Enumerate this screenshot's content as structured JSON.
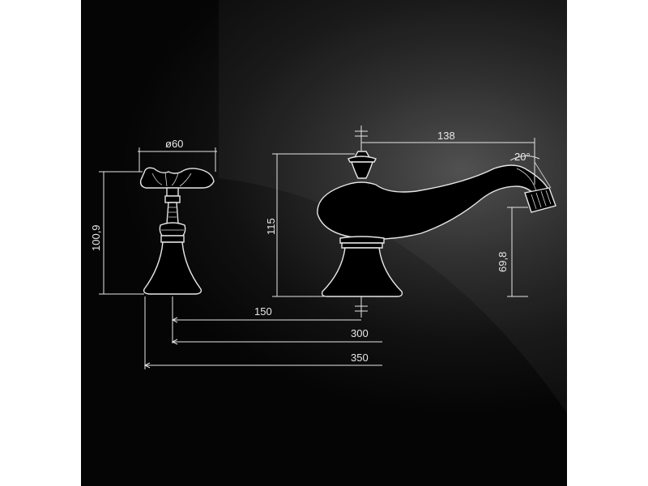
{
  "dimensions": {
    "handle_diameter": "ø60",
    "handle_height": "100,9",
    "spout_height": "115",
    "spout_reach": "138",
    "spout_angle": "20°",
    "spout_outlet_height": "69,8",
    "spacing_150": "150",
    "spacing_300": "300",
    "spacing_350": "350"
  },
  "colors": {
    "background": "#000000",
    "lines": "#e6e6e6"
  }
}
